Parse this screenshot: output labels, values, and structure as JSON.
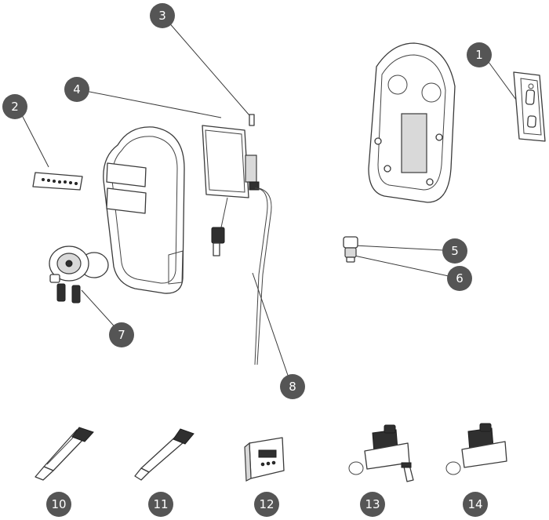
{
  "diagram": {
    "badge_color": "#555555",
    "callouts": [
      {
        "id": "1",
        "label": "1"
      },
      {
        "id": "2",
        "label": "2"
      },
      {
        "id": "3",
        "label": "3"
      },
      {
        "id": "4",
        "label": "4"
      },
      {
        "id": "5",
        "label": "5"
      },
      {
        "id": "6",
        "label": "6"
      },
      {
        "id": "7",
        "label": "7"
      },
      {
        "id": "8",
        "label": "8"
      },
      {
        "id": "10",
        "label": "10"
      },
      {
        "id": "11",
        "label": "11"
      },
      {
        "id": "12",
        "label": "12"
      },
      {
        "id": "13",
        "label": "13"
      },
      {
        "id": "14",
        "label": "14"
      }
    ]
  }
}
